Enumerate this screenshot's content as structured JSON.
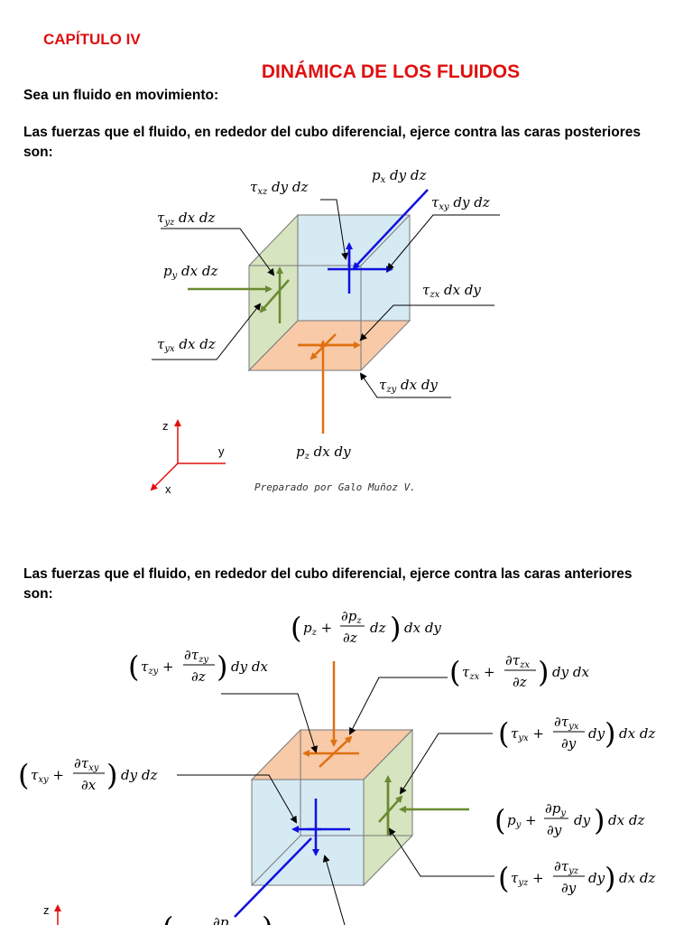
{
  "header": {
    "chapter": "CAPÍTULO IV",
    "title": "DINÁMICA DE LOS FLUIDOS"
  },
  "body": {
    "intro": "Sea un fluido en movimiento:",
    "rear_faces_line1": "Las fuerzas que el fluido, en rededor del cubo diferencial, ejerce contra las caras posteriores",
    "rear_faces_line2": "son:",
    "front_faces_line1": "Las fuerzas que el fluido, en rededor del cubo diferencial, ejerce contra las caras anteriores",
    "front_faces_line2": "son:",
    "credit": "Preparado por Galo Muñoz V."
  },
  "figure1": {
    "labels": {
      "px": "p_x dy dz",
      "txz": "τ_xz dy dz",
      "txy": "τ_xy dy dz",
      "tyz": "τ_yz dx dz",
      "py": "p_y dx dz",
      "tzx": "τ_zx dx dy",
      "tyx": "τ_yx dx dz",
      "tzy": "τ_zy dx dy",
      "pz": "p_z dx dy"
    },
    "axes": {
      "z": "z",
      "y": "y",
      "x": "x"
    }
  },
  "figure2": {
    "labels": {
      "pz": "(p_z + ∂p_z/∂z dz) dx dy",
      "tzy": "(τ_zy + ∂τ_zy/∂z) dy dx",
      "tzx": "(τ_zx + ∂τ_zx/∂z) dy dx",
      "tyx": "(τ_yx + ∂τ_yx/∂y dy) dx dz",
      "txy": "(τ_xy + ∂τ_xy/∂x) dy dz",
      "py": "(p_y + ∂p_y/∂y dy) dx dz",
      "tyz": "(τ_yz + ∂τ_yz/∂y dy) dx dz"
    },
    "axes": {
      "z": "z"
    }
  },
  "colors": {
    "heading": "#e01010",
    "x_face": "#d6eaf3",
    "y_face": "#d6e4bf",
    "z_face": "#f8caa8",
    "x_arrows": "#1010e0",
    "y_arrows": "#6a8a30",
    "z_arrows": "#e07010",
    "axes": "#e01010"
  }
}
